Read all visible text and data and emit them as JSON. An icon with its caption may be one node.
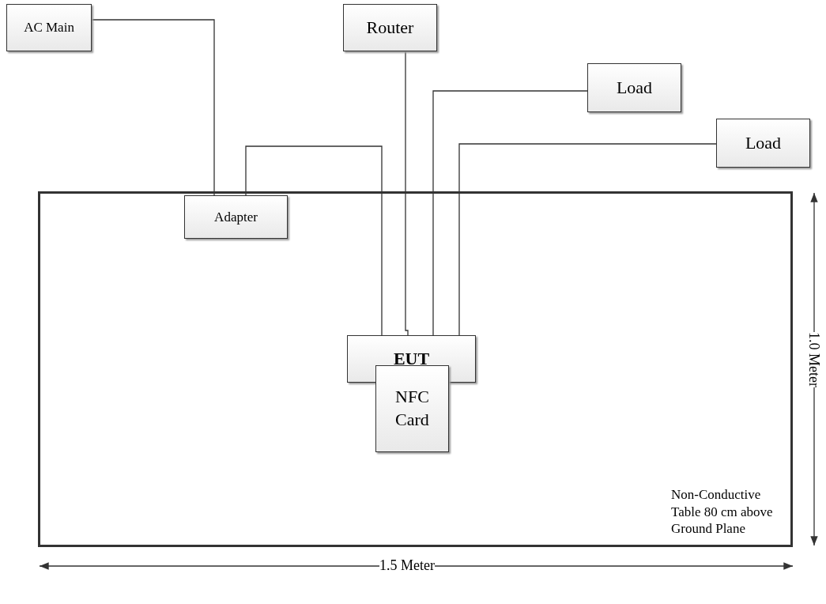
{
  "diagram": {
    "nodes": [
      {
        "text": [
          "AC Main"
        ]
      },
      {
        "text": [
          "Router"
        ]
      },
      {
        "text": [
          "Load"
        ]
      },
      {
        "text": [
          "Load"
        ]
      },
      {
        "text": [
          "Non-Conductive Table 80 cm above Ground Plane"
        ]
      },
      {
        "text": [
          "Adapter"
        ],
        "in": 4
      },
      {
        "text": [
          "EUT"
        ],
        "in": 4
      },
      {
        "text": [
          "NFC Card"
        ],
        "in": 4
      }
    ],
    "edges": [
      {
        "from": 0,
        "to": 5,
        "arrow": "none"
      },
      {
        "from": 5,
        "to": 6,
        "arrow": "none"
      },
      {
        "from": 1,
        "to": 6,
        "arrow": "none"
      },
      {
        "from": 2,
        "to": 6,
        "arrow": "none"
      },
      {
        "from": 3,
        "to": 6,
        "arrow": "none"
      }
    ],
    "labels": [
      "1.0 Meter",
      "1.5 Meter"
    ]
  }
}
